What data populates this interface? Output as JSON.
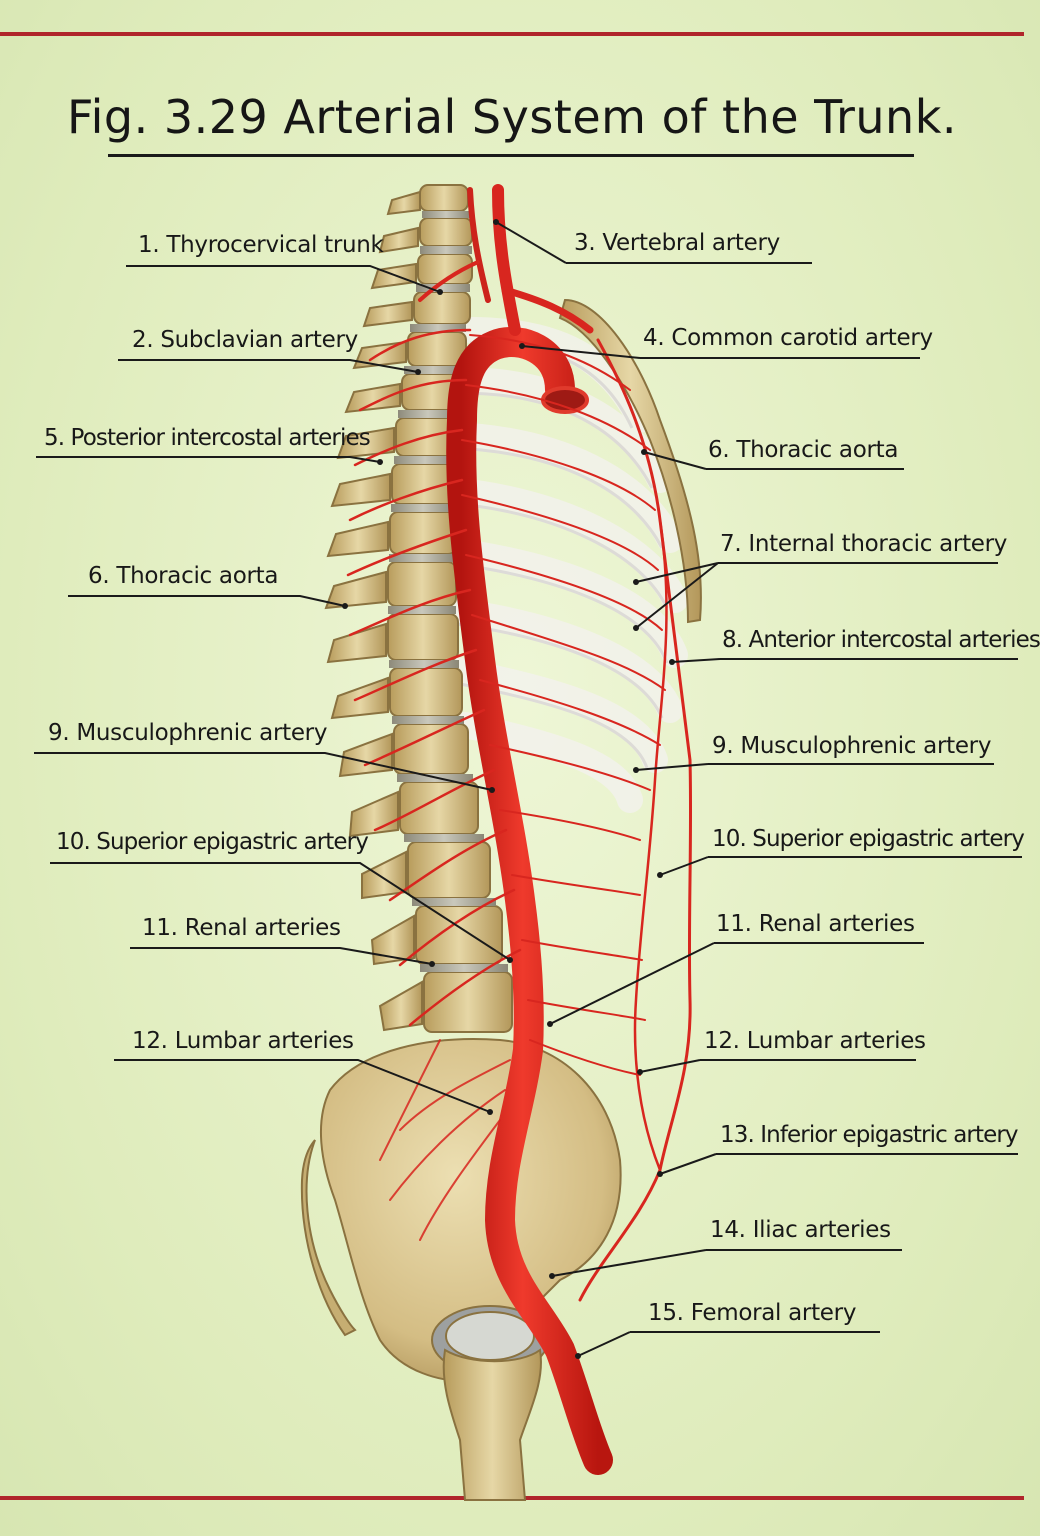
{
  "title": "Fig. 3.29  Arterial System of the Trunk.",
  "colors": {
    "background": "#e3efc4",
    "frame_rule": "#b0252b",
    "artery": "#d8261f",
    "bone": "#d8c48a",
    "leader": "#1a1a1a"
  },
  "labels": {
    "l1": "1. Thyrocervical trunk",
    "l2": "2. Subclavian artery",
    "l3": "3. Vertebral artery",
    "l4": "4. Common carotid artery",
    "l5": "5. Posterior intercostal arteries",
    "l6a": "6. Thoracic aorta",
    "l6b": "6. Thoracic aorta",
    "l7": "7. Internal thoracic artery",
    "l8": "8. Anterior intercostal arteries",
    "l9a": "9. Musculophrenic artery",
    "l9b": "9. Musculophrenic artery",
    "l10a": "10. Superior epigastric artery",
    "l10b": "10. Superior epigastric artery",
    "l11a": "11. Renal arteries",
    "l11b": "11. Renal arteries",
    "l12a": "12. Lumbar arteries",
    "l12b": "12. Lumbar arteries",
    "l13": "13. Inferior epigastric artery",
    "l14": "14. Iliac arteries",
    "l15": "15. Femoral artery"
  }
}
